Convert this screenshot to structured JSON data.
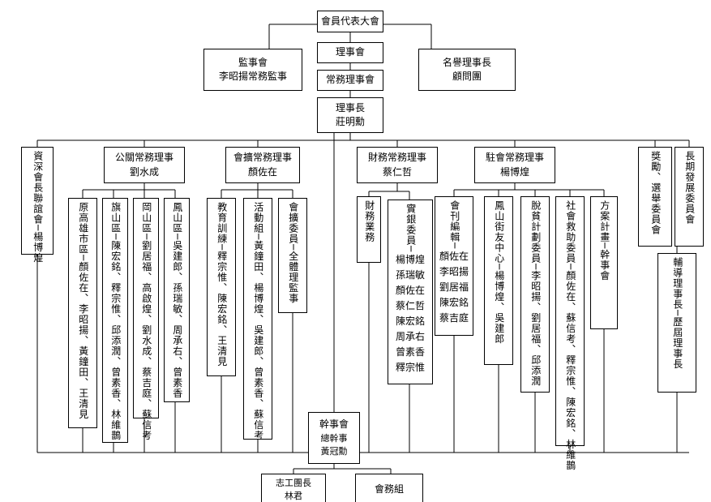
{
  "assembly": "會員代表大會",
  "board": "理事會",
  "supervisors": {
    "title": "監事會",
    "name": "李昭揚常務監事"
  },
  "standing": "常務理事會",
  "honorary": {
    "title": "名譽理事長",
    "name": "顧問團"
  },
  "chairman": {
    "title": "理事長",
    "name": "莊明勳"
  },
  "council": "資深會長聯誼會─楊博煌",
  "public_relations": {
    "title": "公關常務理事",
    "name": "劉水成",
    "units": [
      "原高雄市區─顏佐在、李昭揚、黃鐘田、王清見",
      "旗山區─陳宏銘、釋宗惟、邱添潤、曾素香、林維鵲",
      "岡山區─劉居福、高啟煌、劉水成、蔡吉庭、蘇信考",
      "鳳山區─吳建郎、孫瑞敏、周承右、曾素香"
    ]
  },
  "expansion": {
    "title": "會擴常務理事",
    "name": "顏佐在",
    "units": [
      "教育訓練─釋宗惟、陳宏銘、王清見",
      "活動組─黃鐘田、楊博煌、吳建郎、曾素香、蘇信考",
      "會擴委員─全體理監事"
    ]
  },
  "finance": {
    "title": "財務常務理事",
    "name": "蔡仁哲",
    "unit1": "財務業務",
    "unit2": {
      "title": "實銀委員─",
      "members": [
        "楊博煌",
        "孫瑞敏",
        "顏佐在",
        "蔡仁哲",
        "陳宏銘",
        "周承右",
        "曾素香",
        "釋宗惟"
      ]
    }
  },
  "resident": {
    "title": "駐會常務理事",
    "name": "楊博煌",
    "journal": {
      "title": "會刊編輯─",
      "members": [
        "顏佐在",
        "李昭揚",
        "劉居福",
        "陳宏銘",
        "蔡吉庭"
      ]
    },
    "units": [
      "鳳山街友中心─楊博煌、吳建郎",
      "脫貧計劃委員─李昭揚、劉居福、邱添潤",
      "社會救助委員─顏佐在、蘇信考、釋宗惟、陳宏銘、林維鵲",
      "方案計畫─幹事會"
    ]
  },
  "awards": "獎勵、選舉委員會",
  "longterm": "長期發展委員會",
  "mentor": "輔導理事長─歷屆理事長",
  "secretariat": {
    "title": "幹事會",
    "role": "總幹事",
    "name": "黃冠勳"
  },
  "volunteer": {
    "title": "志工團長",
    "name": "林君"
  },
  "affairs": "會務組"
}
